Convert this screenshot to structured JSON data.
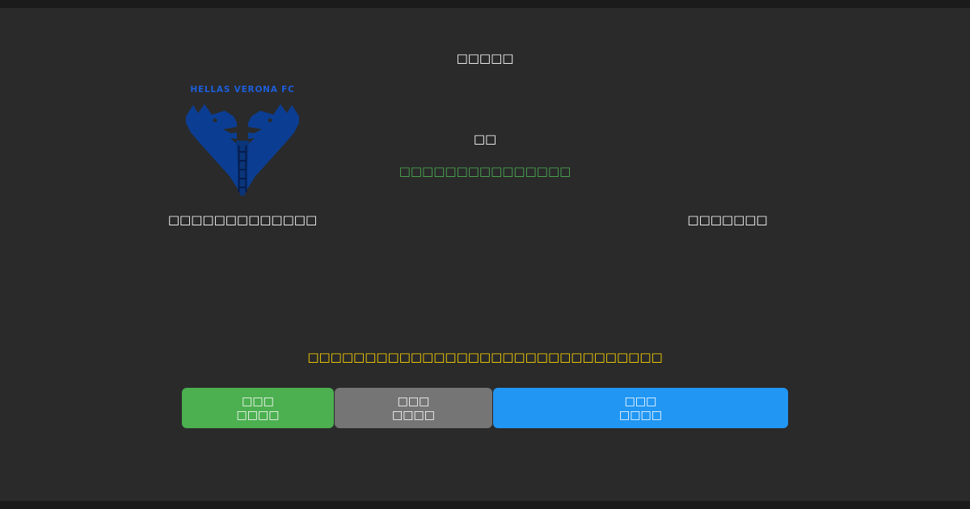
{
  "page": {
    "title": "□□□□□",
    "background_color": "#2a2a2b",
    "border_band_color": "#1b1b1b"
  },
  "match": {
    "home_team": {
      "name": "□□□□□□□□□□□□□",
      "logo_wordmark": "HELLAS VERONA FC"
    },
    "away_team": {
      "name": "□□□□□□□"
    },
    "vs_label": "□□",
    "league_name": "□□□□□□□□□□□□□□□"
  },
  "notice": {
    "text": "□□□□□□□□□□□□□□□□□□□□□□□□□□□□□□□"
  },
  "buttons": [
    {
      "id": "green-action",
      "line1": "□□□",
      "line2": "□□□□",
      "color": "#4caf50"
    },
    {
      "id": "gray-action",
      "line1": "□□□",
      "line2": "□□□□",
      "color": "#757575"
    },
    {
      "id": "blue-action",
      "line1": "□□□",
      "line2": "□□□□",
      "color": "#2196f3"
    }
  ],
  "colors": {
    "league_text": "#4caf50",
    "notice_text": "#ffd700",
    "team_name_text": "#ffffff",
    "logo_navy": "#0b3e92",
    "logo_ladder_dark": "#051c4d",
    "logo_wordmark_blue": "#1d5ed8"
  }
}
